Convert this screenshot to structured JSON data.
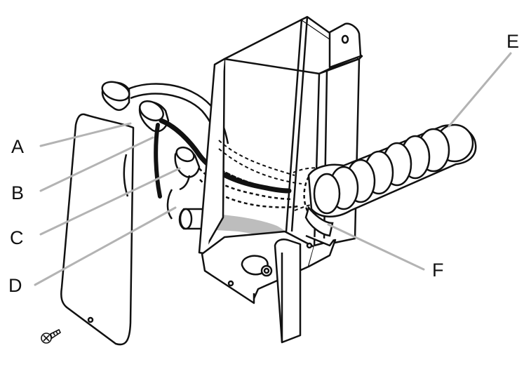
{
  "labels": {
    "a": "A",
    "b": "B",
    "c": "C",
    "d": "D",
    "e": "E",
    "f": "F"
  },
  "colors": {
    "line": "#111111",
    "leader": "#b3b3b3",
    "shade": "#bdbdbd",
    "background": "#ffffff"
  },
  "icons": [
    "screw-icon"
  ]
}
